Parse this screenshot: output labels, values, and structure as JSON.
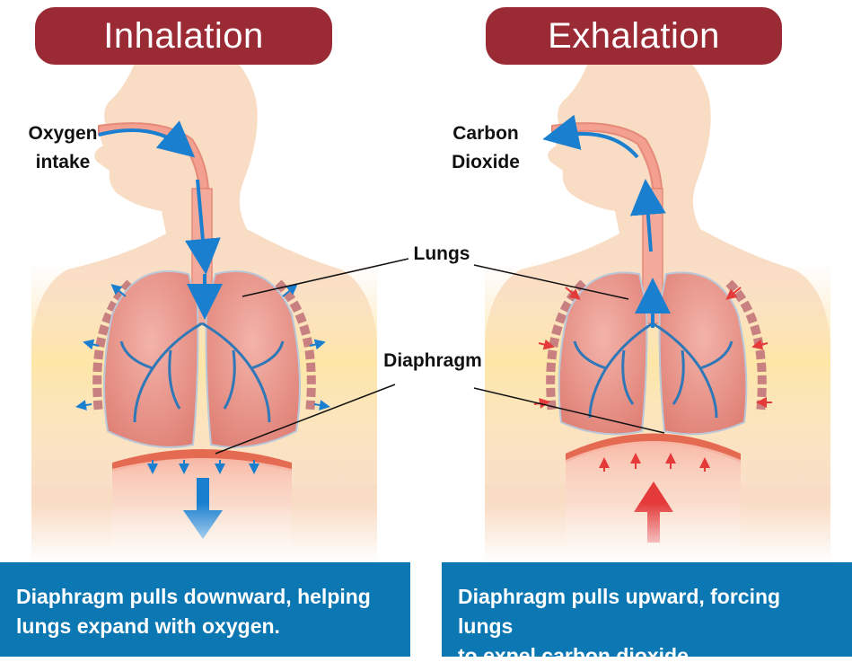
{
  "panels": {
    "inhalation": {
      "title": "Inhalation",
      "caption_line1": "Diaphragm pulls downward, helping",
      "caption_line2": "lungs expand with oxygen.",
      "airflow_label_line1": "Oxygen",
      "airflow_label_line2": "intake"
    },
    "exhalation": {
      "title": "Exhalation",
      "caption_line1": "Diaphragm pulls upward, forcing lungs",
      "caption_line2": "to expel carbon dioxide.",
      "airflow_label_line1": "Carbon",
      "airflow_label_line2": "Dioxide"
    }
  },
  "shared_labels": {
    "lungs": "Lungs",
    "diaphragm": "Diaphragm"
  },
  "colors": {
    "title_banner": "#9a2b35",
    "caption_bar": "#0b78b3",
    "body_silhouette": "#f9dcc4",
    "chest_glow": "#fde6a6",
    "lungs": "#e8938a",
    "bronchi": "#2f78b8",
    "diaphragm": "#e56a52",
    "inhale_arrow": "#1b7fd0",
    "exhale_arrow": "#e43a3a"
  },
  "icons": {
    "inhale_direction": "arrow-down-icon",
    "exhale_direction": "arrow-up-icon"
  }
}
